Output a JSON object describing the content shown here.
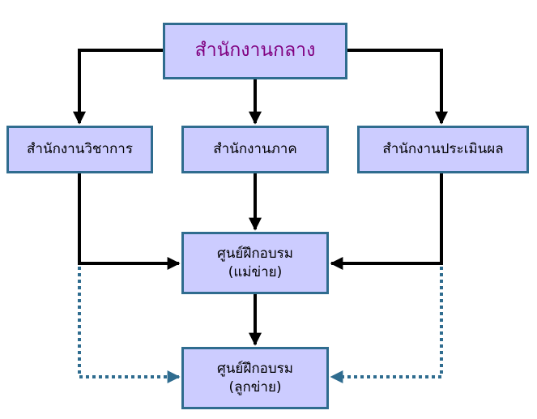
{
  "nodes": {
    "central": "สำนักงานกลาง",
    "academic": "สำนักงานวิชาการ",
    "regional": "สำนักงานภาค",
    "evaluation": "สำนักงานประเมินผล",
    "center_main": {
      "line1": "ศูนย์ฝึกอบรม",
      "line2": "(แม่ข่าย)"
    },
    "center_sub": {
      "line1": "ศูนย์ฝึกอบรม",
      "line2": "(ลูกข่าย)"
    }
  },
  "colors": {
    "box_fill": "#ccccff",
    "box_border": "#2f6c8f",
    "central_text": "#800080",
    "solid_arrow": "#000000",
    "dotted_arrow": "#2f6c8f"
  }
}
